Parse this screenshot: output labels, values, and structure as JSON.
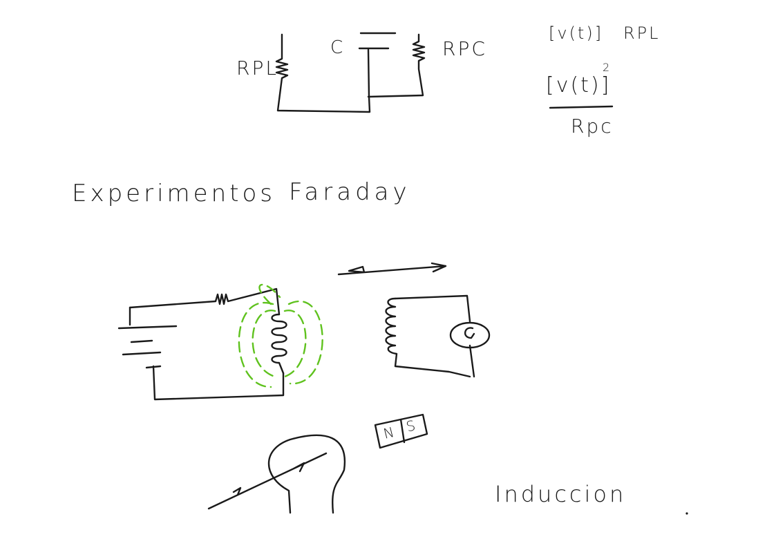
{
  "top_circuit": {
    "resistor_left_label": "RPL",
    "capacitor_label": "C",
    "resistor_right_label": "RPC"
  },
  "formula": {
    "partial_top_left": "[v(t)]",
    "partial_top_right": "RPL",
    "numerator": "[v(t)]",
    "exponent": "2",
    "denominator": "Rpc"
  },
  "heading": {
    "title": "Experimentos",
    "name": "Faraday"
  },
  "magnet": {
    "north": "N",
    "south": "S"
  },
  "footer_label": "Induccion",
  "colors": {
    "ink": "#1a1a1a",
    "field_lines": "#5fc21e"
  }
}
